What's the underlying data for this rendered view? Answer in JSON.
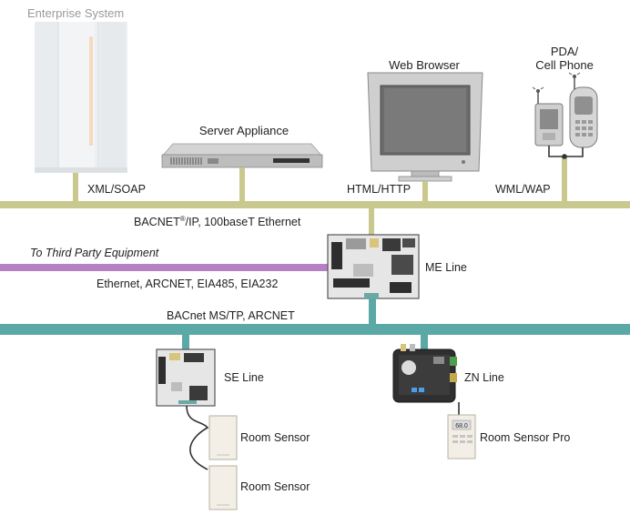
{
  "labels": {
    "enterprise_system": "Enterprise System",
    "server_appliance": "Server Appliance",
    "web_browser": "Web Browser",
    "pda_cell_phone_line1": "PDA/",
    "pda_cell_phone_line2": "Cell Phone",
    "xml_soap": "XML/SOAP",
    "html_http": "HTML/HTTP",
    "wml_wap": "WML/WAP",
    "bacnet_ip_prefix": "BACNET",
    "bacnet_ip_reg": "®",
    "bacnet_ip_suffix": "/IP, 100baseT Ethernet",
    "third_party": "To Third Party Equipment",
    "ethernet_arcnet": "Ethernet, ARCNET, EIA485, EIA232",
    "me_line": "ME Line",
    "bacnet_mstp": "BACnet MS/TP, ARCNET",
    "se_line": "SE Line",
    "zn_line": "ZN Line",
    "room_sensor_1": "Room Sensor",
    "room_sensor_2": "Room Sensor",
    "room_sensor_pro": "Room Sensor Pro",
    "sensor_display": "68.0"
  },
  "colors": {
    "ip_bus": "#c9c98f",
    "third_party_bus": "#b681c4",
    "mstp_bus": "#5aa9a6",
    "enterprise_tint": "#dfe3e6"
  }
}
